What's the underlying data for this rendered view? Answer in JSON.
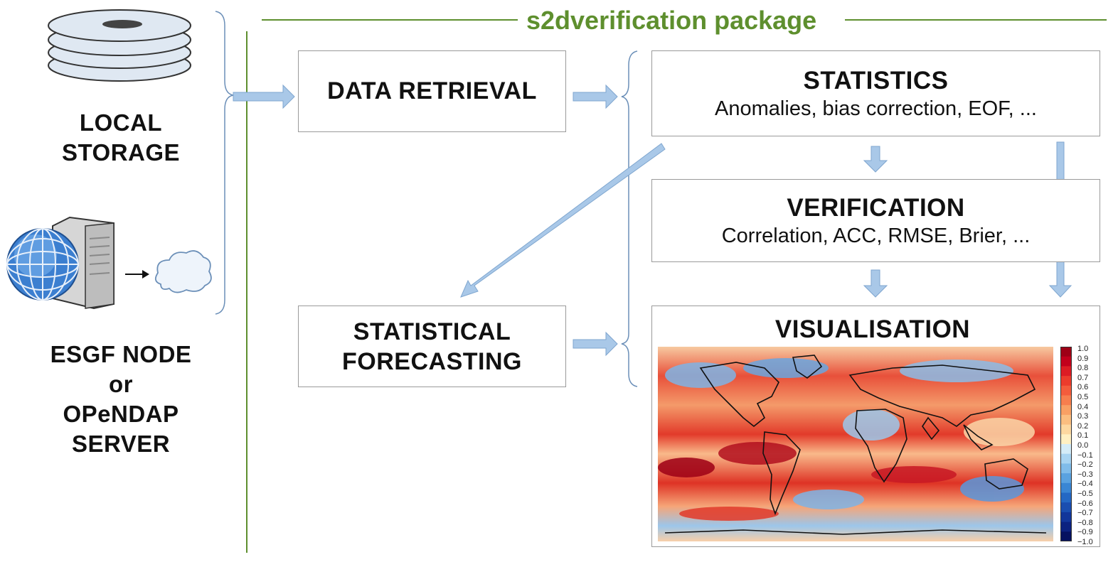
{
  "package": {
    "title": "s2dverification package",
    "accent": "#5e8f2e"
  },
  "sources": {
    "local": {
      "line1": "LOCAL",
      "line2": "STORAGE"
    },
    "remote": {
      "line1": "ESGF NODE",
      "line2": "or",
      "line3": "OPeNDAP",
      "line4": "SERVER"
    }
  },
  "boxes": {
    "data_retrieval": {
      "title": "DATA RETRIEVAL"
    },
    "statistical_forecasting": {
      "line1": "STATISTICAL",
      "line2": "FORECASTING"
    },
    "statistics": {
      "title": "STATISTICS",
      "subtitle": "Anomalies, bias correction, EOF, ..."
    },
    "verification": {
      "title": "VERIFICATION",
      "subtitle": "Correlation, ACC, RMSE, Brier, ..."
    },
    "visualisation": {
      "title": "VISUALISATION"
    }
  },
  "colorbar": {
    "ticks": [
      "1.0",
      "0.9",
      "0.8",
      "0.7",
      "0.6",
      "0.5",
      "0.4",
      "0.3",
      "0.2",
      "0.1",
      "0.0",
      "−0.1",
      "−0.2",
      "−0.3",
      "−0.4",
      "−0.5",
      "−0.6",
      "−0.7",
      "−0.8",
      "−0.9",
      "−1.0"
    ],
    "colors": [
      "#9e0016",
      "#c2001c",
      "#dc1c24",
      "#ec3c2c",
      "#f45c3c",
      "#f77e4e",
      "#f9a064",
      "#fbbe80",
      "#fdd8a0",
      "#fff0c2",
      "#d4ecf8",
      "#a8d4f2",
      "#80bcea",
      "#5aa2e0",
      "#3a86d4",
      "#2468c4",
      "#1a4eb0",
      "#12369a",
      "#0c2280",
      "#061260"
    ],
    "negative_color": "#0a1a70",
    "positive_color": "#e83a2a"
  },
  "arrow_color": "#a9c8e8",
  "icons": [
    "storage-disks-icon",
    "globe-icon",
    "server-icon",
    "cloud-icon"
  ]
}
